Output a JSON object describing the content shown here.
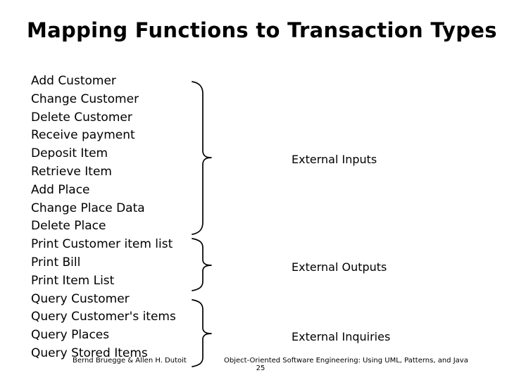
{
  "slide": {
    "title": "Mapping Functions to Transaction Types",
    "background_color": "#ffffff",
    "text_color": "#000000"
  },
  "function_list": {
    "items": [
      "Add Customer",
      "Change Customer",
      "Delete Customer",
      "Receive payment",
      "Deposit Item",
      "Retrieve Item",
      "Add Place",
      "Change Place Data",
      "Delete Place",
      "Print Customer item list",
      "Print Bill",
      "Print Item List",
      "Query Customer",
      "Query Customer's items",
      "Query Places",
      "Query Stored Items"
    ]
  },
  "groups": [
    {
      "label": "External Inputs",
      "first_item_index": 0,
      "last_item_index": 8,
      "item_count": 9
    },
    {
      "label": "External Outputs",
      "first_item_index": 9,
      "last_item_index": 11,
      "item_count": 3
    },
    {
      "label": "External Inquiries",
      "first_item_index": 12,
      "last_item_index": 15,
      "item_count": 4
    }
  ],
  "footer": {
    "authors": "Bernd Bruegge & Allen H. Dutoit",
    "book": "Object-Oriented Software Engineering: Using UML, Patterns, and Java",
    "page_number": "25"
  }
}
